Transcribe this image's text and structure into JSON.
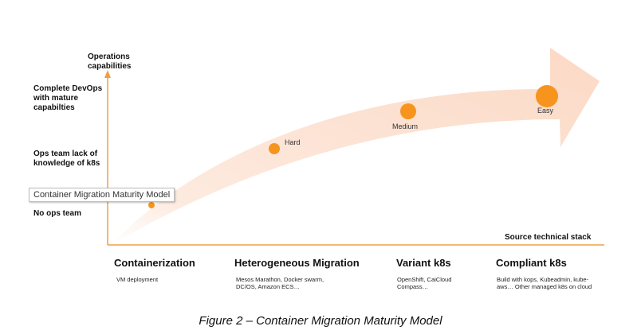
{
  "axes": {
    "y_title": "Operations capabilities",
    "x_title": "Source technical stack"
  },
  "y_levels": [
    "Complete DevOps with mature capabilties",
    "Ops team lack of knowledge of k8s",
    "No ops team"
  ],
  "points": [
    {
      "label": "Hard"
    },
    {
      "label": "Medium"
    },
    {
      "label": "Easy"
    }
  ],
  "stages": [
    {
      "title": "Containerization",
      "desc": "VM deployment"
    },
    {
      "title": "Heterogeneous Migration",
      "desc": "Mesos Marathon, Docker swarm, DC/OS, Amazon ECS…"
    },
    {
      "title": "Variant k8s",
      "desc": "OpenShift, CaiCloud Compass…"
    },
    {
      "title": "Compliant k8s",
      "desc": "Build with kops, Kubeadmin, kube-aws… Other managed k8s on cloud"
    }
  ],
  "tooltip": "Container Migration Maturity Model",
  "caption": "Figure 2 – Container Migration Maturity Model",
  "colors": {
    "arrow_fill": "#fde4d6",
    "axis": "#f0a040",
    "point": "#f7941d"
  }
}
